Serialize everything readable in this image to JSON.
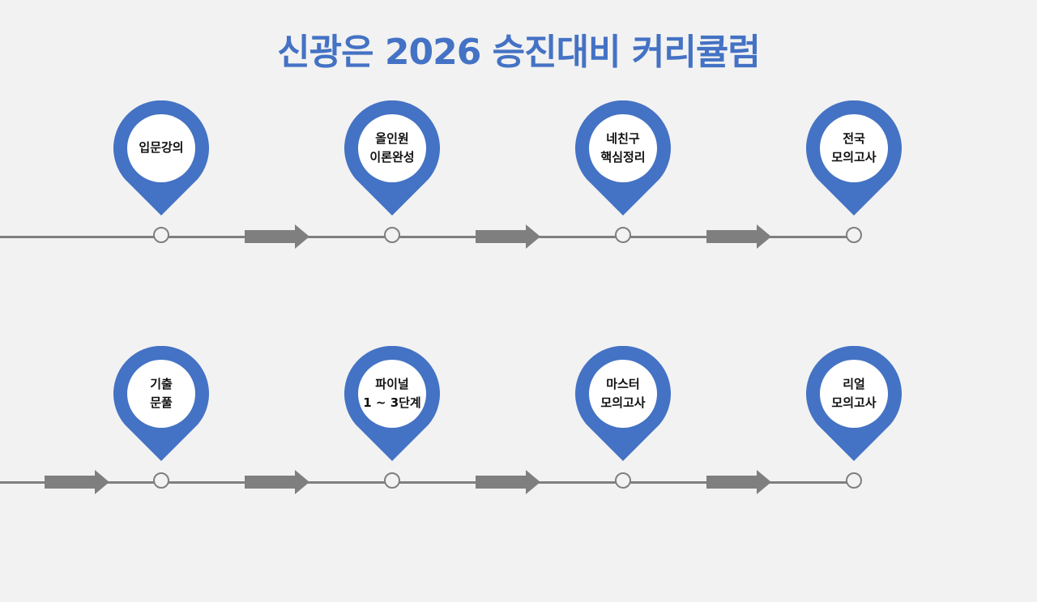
{
  "title": "신광은 2026 승진대비 커리큘럼",
  "colors": {
    "accent": "#4472c4",
    "line": "#7f7f7f",
    "background": "#f2f2f2"
  },
  "rows": [
    {
      "steps": [
        {
          "label": "입문강의"
        },
        {
          "label": "올인원\n이론완성"
        },
        {
          "label": "네친구\n핵심정리"
        },
        {
          "label": "전국\n모의고사"
        }
      ]
    },
    {
      "steps": [
        {
          "label": "기출\n문풀"
        },
        {
          "label": "파이널\n1 ~ 3단계"
        },
        {
          "label": "마스터\n모의고사"
        },
        {
          "label": "리얼\n모의고사"
        }
      ]
    }
  ]
}
